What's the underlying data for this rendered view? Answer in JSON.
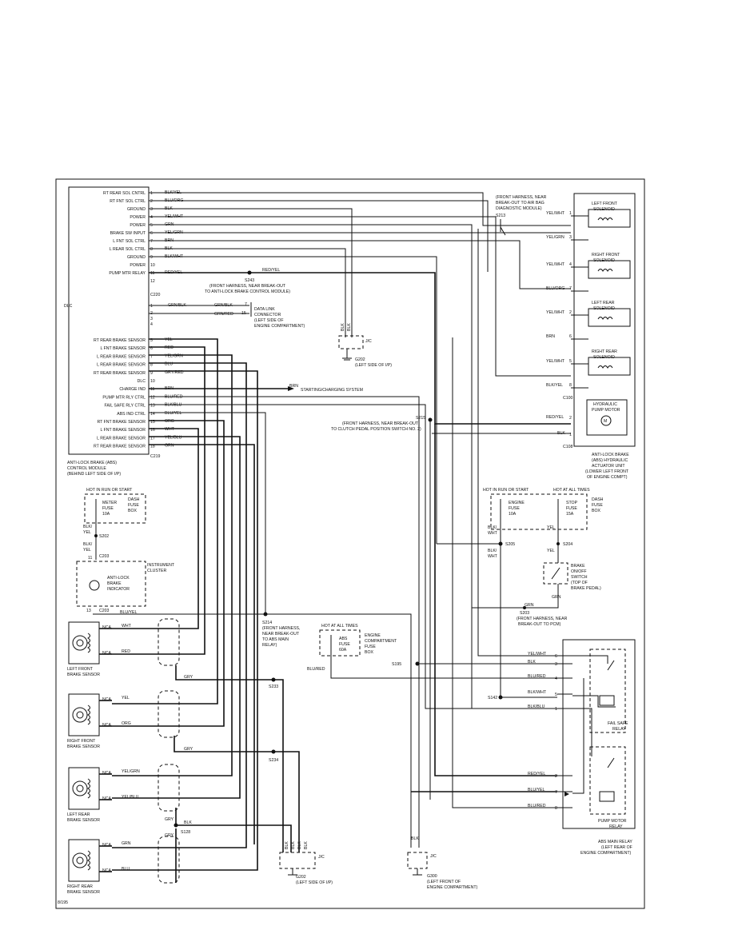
{
  "ecu": {
    "pins_c220": [
      {
        "n": "1",
        "label": "RT REAR SOL CNTRL",
        "wire": "BLK/YEL"
      },
      {
        "n": "2",
        "label": "RT FNT SOL CTRL",
        "wire": "BLU/ORG"
      },
      {
        "n": "3",
        "label": "GROUND",
        "wire": "BLK"
      },
      {
        "n": "4",
        "label": "POWER",
        "wire": "YEL/WHT"
      },
      {
        "n": "5",
        "label": "POWER",
        "wire": "GRN"
      },
      {
        "n": "6",
        "label": "BRAKE SW INPUT",
        "wire": "YEL/GRN"
      },
      {
        "n": "7",
        "label": "L FNT SOL CTRL",
        "wire": "BRN"
      },
      {
        "n": "8",
        "label": "L REAR SOL CTRL",
        "wire": "BLK"
      },
      {
        "n": "9",
        "label": "GROUND",
        "wire": "BLK/WHT"
      },
      {
        "n": "10",
        "label": "POWER",
        "wire": ""
      },
      {
        "n": "11",
        "label": "PUMP MTR RELAY",
        "wire": "RED/YEL"
      },
      {
        "n": "12",
        "label": "",
        "wire": ""
      }
    ],
    "c220": "C220",
    "dlc_label": "DLC",
    "dlc_pins": [
      {
        "n": "1",
        "wire": "GRN/BLK"
      },
      {
        "n": "2",
        "wire": "GRN/RED"
      }
    ],
    "pins_c219": [
      {
        "n": "5",
        "label": "RT REAR BRAKE SENSOR",
        "wire": "YEL"
      },
      {
        "n": "6",
        "label": "L FNT BRAKE SENSOR",
        "wire": "RED"
      },
      {
        "n": "7",
        "label": "L REAR BRAKE SENSOR",
        "wire": "YEL/GRN"
      },
      {
        "n": "8",
        "label": "L REAR BRAKE SENSOR",
        "wire": "BLU"
      },
      {
        "n": "9",
        "label": "RT REAR BRAKE SENSOR",
        "wire": "GRY/RED"
      },
      {
        "n": "10",
        "label": "DLC",
        "wire": ""
      },
      {
        "n": "11",
        "label": "CHARGE IND",
        "wire": "BRN"
      },
      {
        "n": "12",
        "label": "PUMP MTR RLY CTRL",
        "wire": "BLU/RED"
      },
      {
        "n": "13",
        "label": "FAIL SAFE RLY CTRL",
        "wire": "BLK/BLU"
      },
      {
        "n": "14",
        "label": "ABS IND CTRL",
        "wire": "BLU/YEL"
      },
      {
        "n": "15",
        "label": "RT FNT BRAKE SENSOR",
        "wire": "ORG"
      },
      {
        "n": "16",
        "label": "L FNT BRAKE SENSOR",
        "wire": "WHT"
      },
      {
        "n": "17",
        "label": "L REAR BRAKE SENSOR",
        "wire": "YEL/BLU"
      },
      {
        "n": "18",
        "label": "RT REAR BRAKE SENSOR",
        "wire": "GRN"
      }
    ],
    "c219": "C219",
    "caption": [
      "ANTI-LOCK BRAKE (ABS)",
      "CONTROL MODULE",
      "(BEHIND LEFT SIDE OF I/P)"
    ]
  },
  "splices": {
    "s243": [
      "S243",
      "(FRONT HARNESS, NEAR BREAK-OUT",
      "TO ANTI-LOCK BRAKE CONTROL MODULE)"
    ],
    "s243_wire": "RED/YEL",
    "s213": [
      "(FRONT HARNESS, NEAR",
      "BREAK-OUT TO AIR BAG",
      "DIAGNOSTIC MODULE)",
      "S213"
    ],
    "s215": [
      "S215",
      "(FRONT HARNESS, NEAR BREAK-OUT",
      "TO CLUTCH PEDAL POSITION SWITCH NO. 2)"
    ],
    "s214": [
      "S214",
      "(FRONT HARNESS,",
      "NEAR BREAK-OUT",
      "TO ABS MAIN",
      "RELAY)"
    ],
    "s203": [
      "S203",
      "(FRONT HARNESS, NEAR",
      "BREAK-OUT TO PCM)"
    ],
    "s233": "S233",
    "s234": "S234",
    "s128": "S128",
    "s195": "S195",
    "s142": "S142",
    "s202": "S202",
    "s204": "S204",
    "s205": "S205"
  },
  "dlc_connector": [
    "DATA LINK",
    "CONNECTOR",
    "(LEFT SIDE OF",
    "ENGINE COMPARTMENT)"
  ],
  "dlc_pins_right": [
    "7",
    "15"
  ],
  "ground_g202_top": {
    "wires": [
      "BLK",
      "BLK"
    ],
    "jc": "J/C",
    "label": [
      "G202",
      "(LEFT SIDE OF I/P)"
    ]
  },
  "charging": {
    "wire": "BRN",
    "label": "STARTING/CHARGING SYSTEM"
  },
  "actuator": {
    "solenoids": [
      {
        "name": [
          "LEFT FRONT",
          "SOLENOID"
        ],
        "wires": [
          {
            "n": "1",
            "w": "YEL/WHT"
          },
          {
            "n": "3",
            "w": "YEL/GRN"
          }
        ]
      },
      {
        "name": [
          "RIGHT FRONT",
          "SOLENOID"
        ],
        "wires": [
          {
            "n": "4",
            "w": "YEL/WHT"
          },
          {
            "n": "7",
            "w": "BLU/ORG"
          }
        ]
      },
      {
        "name": [
          "LEFT REAR",
          "SOLENOID"
        ],
        "wires": [
          {
            "n": "2",
            "w": "YEL/WHT"
          },
          {
            "n": "6",
            "w": "BRN"
          }
        ]
      },
      {
        "name": [
          "RIGHT REAR",
          "SOLENOID"
        ],
        "wires": [
          {
            "n": "5",
            "w": "YEL/WHT"
          },
          {
            "n": "8",
            "w": "BLK/YEL"
          }
        ]
      }
    ],
    "c100": "C100",
    "pump": {
      "name": [
        "HYDRAULIC",
        "PUMP MOTOR"
      ],
      "wires": [
        {
          "n": "2",
          "w": "RED/YEL"
        },
        {
          "n": "1",
          "w": "BLK"
        }
      ]
    },
    "c108": "C108",
    "caption": [
      "ANTI-LOCK BRAKE",
      "(ABS) HYDRAULIC",
      "ACTUATOR UNIT",
      "(LOWER LEFT FRONT",
      "OF ENGINE COMPT)"
    ]
  },
  "fuse_left": {
    "hot": "HOT IN RUN OR START",
    "fuse": [
      "METER",
      "FUSE",
      "10A"
    ],
    "box": [
      "DASH",
      "FUSE",
      "BOX"
    ],
    "wire": [
      "BLK/",
      "YEL"
    ],
    "wire2": [
      "BLK/",
      "YEL"
    ],
    "conn": "C203",
    "pin": "11"
  },
  "cluster": {
    "label": [
      "INSTRUMENT",
      "CLUSTER"
    ],
    "ind": [
      "ANTI-LOCK",
      "BRAKE",
      "INDICATOR"
    ],
    "pin": "13",
    "conn": "C203",
    "wire": "BLU/YEL"
  },
  "fuse_right": {
    "hot1": "HOT IN RUN OR START",
    "hot2": "HOT AT ALL TIMES",
    "fuse1": [
      "ENGINE",
      "FUSE",
      "10A"
    ],
    "fuse2": [
      "STOP",
      "FUSE",
      "15A"
    ],
    "box": [
      "DASH",
      "FUSE",
      "BOX"
    ],
    "w1": [
      "BLK/",
      "WHT"
    ],
    "w1b": [
      "BLK/",
      "WHT"
    ],
    "w2": "YEL",
    "w2b": "YEL"
  },
  "brake_switch": {
    "label": [
      "BRAKE",
      "ON/OFF",
      "SWITCH",
      "(TOP OF",
      "BRAKE PEDAL)"
    ],
    "wire": "GRN",
    "wire2": "GRN"
  },
  "abs_fuse": {
    "hot": "HOT AT ALL TIMES",
    "fuse": [
      "ABS",
      "FUSE",
      "60A"
    ],
    "box": [
      "ENGINE",
      "COMPARTMENT",
      "FUSE",
      "BOX"
    ],
    "wire": "BLU/RED"
  },
  "sensors": [
    {
      "name": [
        "LEFT FRONT",
        "BRAKE SENSOR"
      ],
      "nca": [
        "NCA",
        "NCA"
      ],
      "w1": "WHT",
      "w2": "RED"
    },
    {
      "name": [
        "RIGHT FRONT",
        "BRAKE SENSOR"
      ],
      "nca": [
        "NCA",
        "NCA"
      ],
      "w1": "YEL",
      "w2": "ORG"
    },
    {
      "name": [
        "LEFT REAR",
        "BRAKE SENSOR"
      ],
      "nca": [
        "NCA",
        "NCA"
      ],
      "w1": "YEL/GRN",
      "w2": "YEL/BLU"
    },
    {
      "name": [
        "RIGHT REAR",
        "BRAKE SENSOR"
      ],
      "nca": [
        "NCA",
        "NCA"
      ],
      "w1": "GRN",
      "w2": "BLU"
    }
  ],
  "shield_wires": {
    "gry1": "GRY",
    "gry2": "GRY",
    "gry3": "GRY",
    "gry4": "GRY",
    "blk": "BLK"
  },
  "ground_g202_bot": {
    "wires": [
      "BLK",
      "BLK",
      "BLK",
      "BLK"
    ],
    "jc": "J/C",
    "label": [
      "G202",
      "(LEFT SIDE OF I/P)"
    ]
  },
  "ground_g300": {
    "wire": "BLK",
    "jc": "J/C",
    "label": [
      "G300",
      "(LEFT FRONT OF",
      "ENGINE COMPARTMENT)"
    ]
  },
  "relay": {
    "fail_wires": [
      {
        "n": "6",
        "w": "YEL/WHT"
      },
      {
        "n": "3",
        "w": "BLK"
      },
      {
        "n": "4",
        "w": "BLU/RED"
      },
      {
        "n": "5",
        "w": "BLK/WHT"
      },
      {
        "n": "1",
        "w": "BLK/BLU"
      }
    ],
    "pump_wires": [
      {
        "n": "2",
        "w": "RED/YEL"
      },
      {
        "n": "7",
        "w": "BLU/YEL"
      },
      {
        "n": "8",
        "w": "BLU/RED"
      }
    ],
    "fail": [
      "FAIL SAFE",
      "RELAY"
    ],
    "pump": [
      "PUMP MOTOR",
      "RELAY"
    ],
    "caption": [
      "ABS MAIN RELAY",
      "(LEFT REAR OF",
      "ENGINE COMPARTMENT)"
    ]
  },
  "footer": "8/195"
}
